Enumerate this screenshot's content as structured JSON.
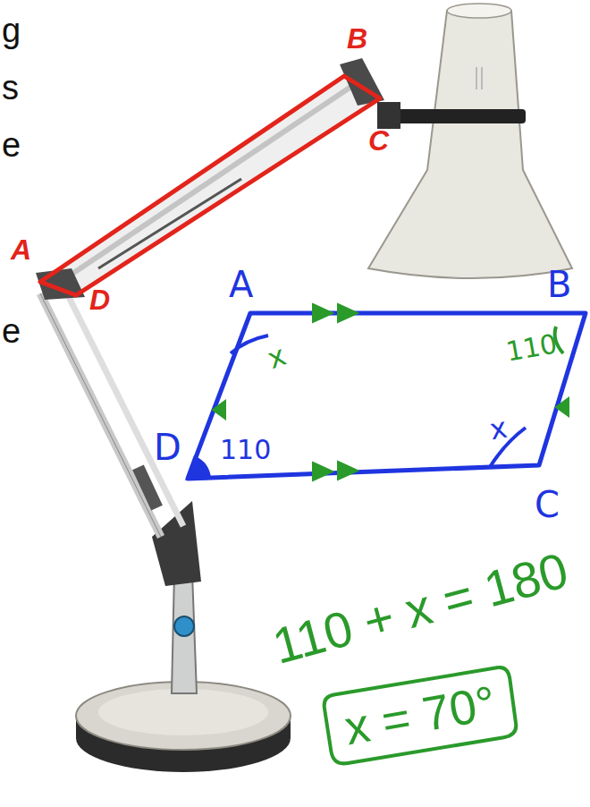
{
  "diagram": {
    "nodes": [
      {
        "text": [
          "x = 70°"
        ]
      }
    ],
    "labels": [
      "g",
      "s",
      "e",
      "e",
      "A",
      "B",
      "C",
      "D",
      "A",
      "B",
      "C",
      "D",
      "x",
      "110",
      "110",
      "x",
      "110 + x = 180"
    ]
  }
}
